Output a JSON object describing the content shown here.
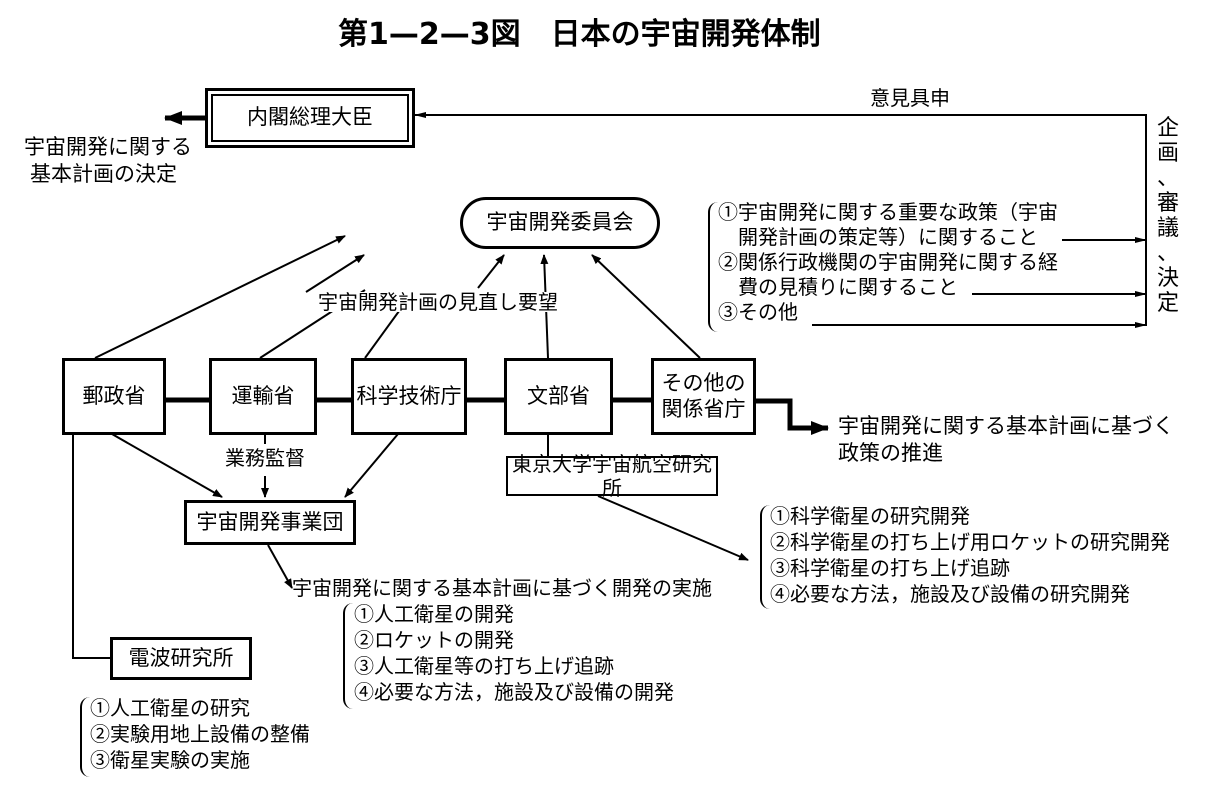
{
  "title": "第1—2—3図　日本の宇宙開発体制",
  "nodes": {
    "prime_minister": "内閣総理大臣",
    "commission": "宇宙開発委員会",
    "posts_ministry": "郵政省",
    "transport_ministry": "運輸省",
    "science_agency": "科学技術庁",
    "education_ministry": "文部省",
    "other_ministries": "その他の関係省庁",
    "nasda": "宇宙開発事業団",
    "isas": "東京大学宇宙航空研究所",
    "radio_lab": "電波研究所"
  },
  "labels": {
    "pm_decision_line1": "宇宙開発に関する",
    "pm_decision_line2": "基本計画の決定",
    "opinion": "意見具申",
    "review_request": "宇宙開発計画の見直し要望",
    "supervision": "業務監督",
    "policy_line1": "宇宙開発に関する基本計画に基づく",
    "policy_line2": "政策の推進",
    "nasda_impl": "宇宙開発に関する基本計画に基づく開発の実施",
    "commission_role": [
      "企",
      "画",
      "、",
      "審",
      "議",
      "、",
      "決",
      "定"
    ]
  },
  "commission_items": [
    "①宇宙開発に関する重要な政策（宇宙",
    "　開発計画の策定等）に関すること",
    "②関係行政機関の宇宙開発に関する経",
    "　費の見積りに関すること",
    "③その他"
  ],
  "isas_items": [
    "①科学衛星の研究開発",
    "②科学衛星の打ち上げ用ロケットの研究開発",
    "③科学衛星の打ち上げ追跡",
    "④必要な方法，施設及び設備の研究開発"
  ],
  "nasda_items": [
    "①人工衛星の開発",
    "②ロケットの開発",
    "③人工衛星等の打ち上げ追跡",
    "④必要な方法，施設及び設備の開発"
  ],
  "radio_lab_items": [
    "①人工衛星の研究",
    "②実験用地上設備の整備",
    "③衛星実験の実施"
  ]
}
